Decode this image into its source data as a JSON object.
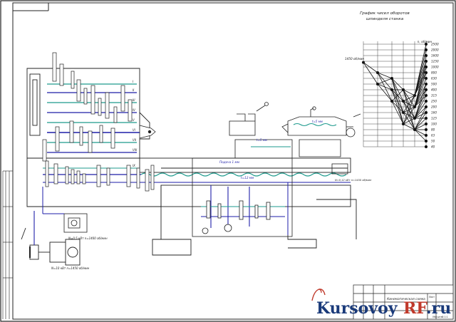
{
  "graph": {
    "title_line1": "График чисел оборотов",
    "title_line2": "шпинделя станка",
    "unit_label": "n, об/мин",
    "motor_speed": "1450 об/мин",
    "speeds": [
      "2500",
      "2000",
      "1600",
      "1250",
      "1000",
      "800",
      "630",
      "500",
      "400",
      "315",
      "250",
      "200",
      "160",
      "125",
      "100",
      "80",
      "63",
      "50",
      "40"
    ]
  },
  "labels": {
    "shaft_rows": [
      "I",
      "II",
      "III",
      "IV",
      "V",
      "VI",
      "VII",
      "VIII",
      "IX"
    ],
    "feed_rod_label": "Подача 1 мм",
    "lead_screw_label": "t=12 мм",
    "screw_small": "t=5 мм",
    "motor_main": "N=10 кВт  n=1450 об/мин",
    "motor_fast": "N=0,5 кВт  n=1400 об/мин",
    "motor_side": "N=0,12 кВт  n=1450 об/мин",
    "tailstock_screw": "t=5 мм",
    "stamp_title": "Кинематическая схема",
    "stamp_sheet": "Масштаб 1:1",
    "stamp_small": "Лист"
  },
  "watermark": {
    "part1": "Kursovoy",
    "part2": "RF",
    "part3": ".ru"
  },
  "colors": {
    "line": "#1a1a1a",
    "blue": "#1e1ea8",
    "teal": "#1d9a8c",
    "watermark_dark": "#1a3a7a",
    "watermark_red": "#c0392b"
  }
}
